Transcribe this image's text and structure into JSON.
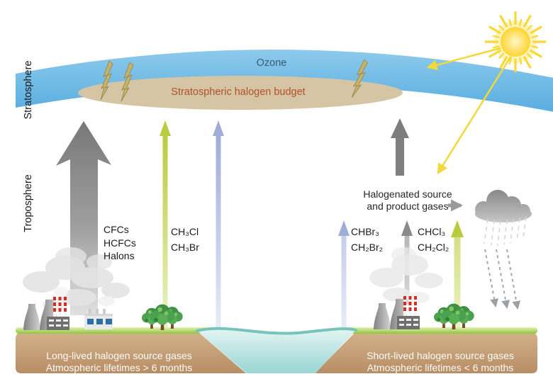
{
  "diagram": {
    "title_context": "Atmospheric halogen source gases schematic",
    "axis_labels": {
      "stratosphere": "Stratosphere",
      "troposphere": "Troposphere"
    },
    "ozone": {
      "label": "Ozone"
    },
    "budget": {
      "label": "Stratospheric halogen budget"
    },
    "long_lived": {
      "industrial_gases": [
        "CFCs",
        "HCFCs",
        "Halons"
      ],
      "biogenic_gases": [
        "CH₃Cl",
        "CH₃Br"
      ],
      "caption_line1": "Long-lived halogen source gases",
      "caption_line2": "Atmospheric lifetimes > 6 months"
    },
    "short_lived": {
      "bromocarbons": [
        "CHBr₃",
        "CH₂Br₂"
      ],
      "chlorocarbons": [
        "CHCl₃",
        "CH₂Cl₂"
      ],
      "caption_line1": "Short-lived halogen source gases",
      "caption_line2": "Atmospheric lifetimes < 6 months"
    },
    "halogenated": {
      "line1": "Halogenated source",
      "line2": "and product gases"
    },
    "icons": {
      "sun": "sun-icon",
      "rain_cloud": "cloud-rain-icon",
      "factory": "factory-icon",
      "trees": "tree-icon",
      "lightning": "lightning-icon",
      "up_arrows": "emission-arrow",
      "down_dashed_arrows": "deposition-arrow"
    },
    "colors": {
      "ozone_band": "#6fbce5",
      "budget_fill": "#d5c5a5",
      "budget_text": "#b0522a",
      "ozone_text": "#3c5a70",
      "text_dark": "#1a1a1a",
      "caption_white": "#fbfbf8",
      "arrow_gray": "#8a8a8a",
      "arrow_green": "#bdd04a",
      "arrow_blue": "#a3b0da",
      "sun_yellow": "#f8d737",
      "lightning": "#c6b269",
      "ground": "#c49a6e",
      "grass": "#9cc948",
      "water": "#aadedb",
      "cloud": "#9a9a9a"
    }
  }
}
